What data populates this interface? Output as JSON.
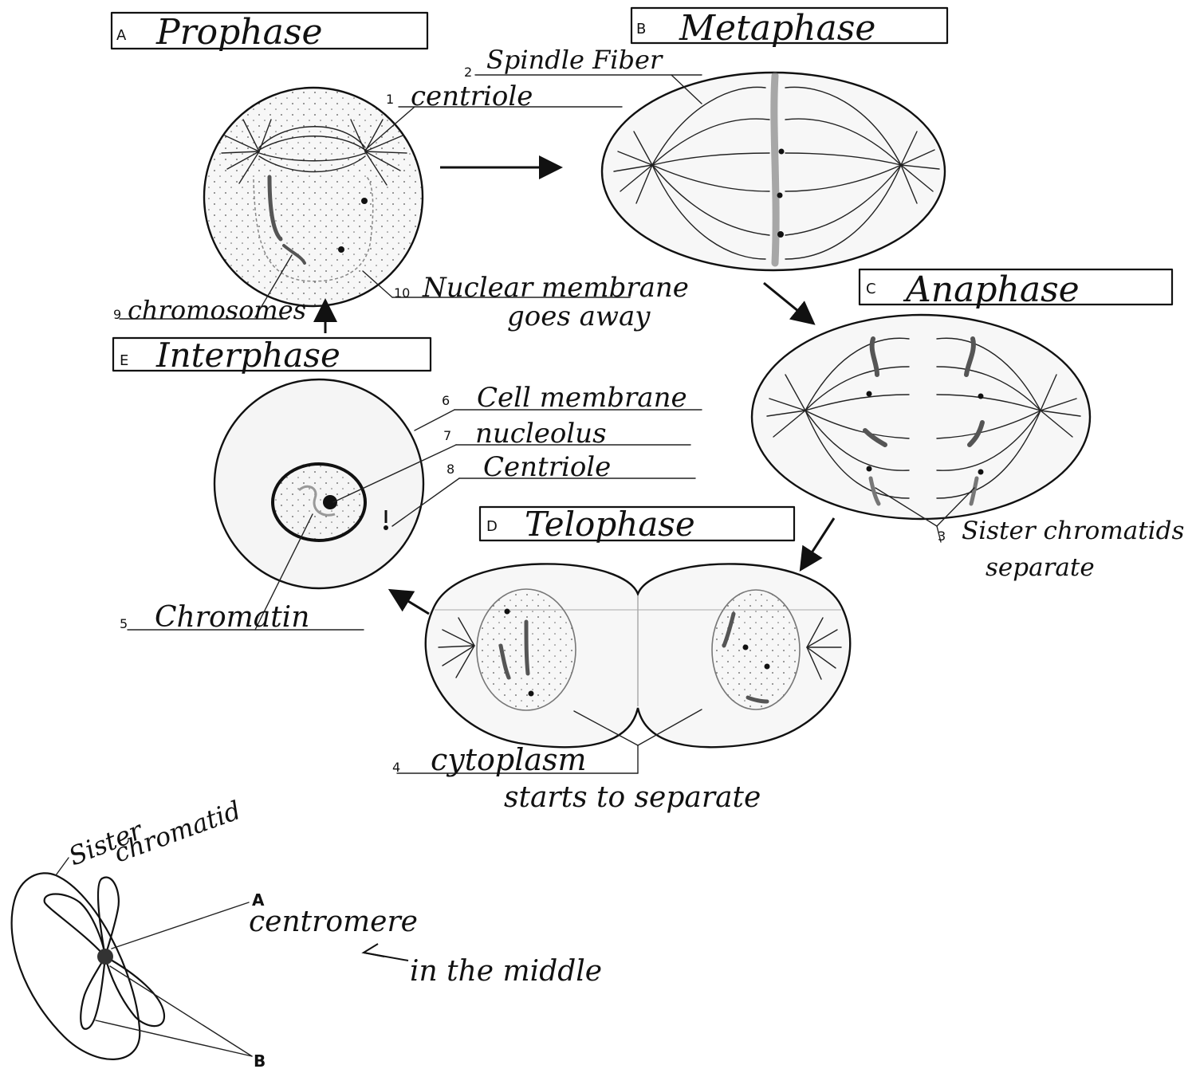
{
  "panels": {
    "A": {
      "letter": "A",
      "title": "Prophase"
    },
    "B": {
      "letter": "B",
      "title": "Metaphase"
    },
    "C": {
      "letter": "C",
      "title": "Anaphase"
    },
    "D": {
      "letter": "D",
      "title": "Telophase"
    },
    "E": {
      "letter": "E",
      "title": "Interphase"
    }
  },
  "labels": {
    "l1": {
      "num": "1",
      "text": "centriole"
    },
    "l2": {
      "num": "2",
      "text": "Spindle Fiber"
    },
    "l3": {
      "num": "3",
      "text": "Sister chromatids",
      "text2": "separate"
    },
    "l4": {
      "num": "4",
      "text": "cytoplasm",
      "text2": "starts to separate"
    },
    "l5": {
      "num": "5",
      "text": "Chromatin"
    },
    "l6": {
      "num": "6",
      "text": "Cell membrane"
    },
    "l7": {
      "num": "7",
      "text": "nucleolus"
    },
    "l8": {
      "num": "8",
      "text": "Centriole"
    },
    "l9": {
      "num": "9",
      "text": "chromosomes"
    },
    "l10": {
      "num": "10",
      "text": "Nuclear membrane",
      "text2": "goes away"
    }
  },
  "chromatid": {
    "sister": "Sister",
    "chromatid": "chromatid",
    "letter_a": "A",
    "centromere": "centromere",
    "note": "in the middle",
    "letter_b": "B"
  }
}
